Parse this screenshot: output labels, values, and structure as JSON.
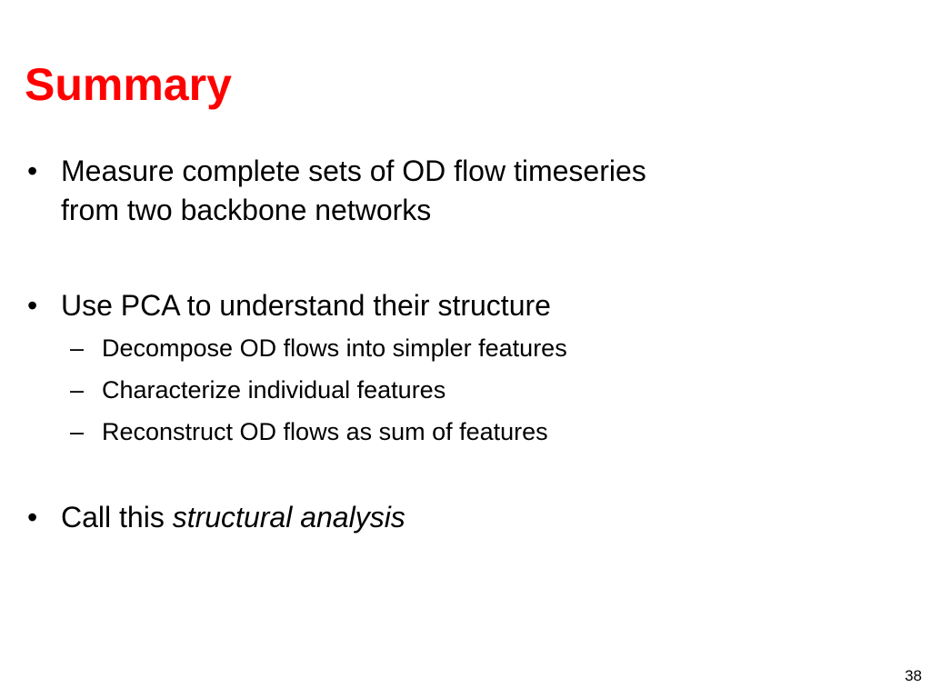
{
  "slide": {
    "title": "Summary",
    "bullets": [
      {
        "marker": "•",
        "lines": [
          "Measure complete sets of OD flow timeseries",
          "from two backbone networks"
        ]
      },
      {
        "marker": "•",
        "text": "Use PCA to understand their structure",
        "sub_bullets": [
          {
            "marker": "–",
            "text": "Decompose OD flows into simpler features"
          },
          {
            "marker": "–",
            "text": "Characterize individual features"
          },
          {
            "marker": "–",
            "text": "Reconstruct OD flows as sum of features"
          }
        ]
      },
      {
        "marker": "•",
        "text_plain": "Call this ",
        "text_italic": "structural analysis"
      }
    ],
    "page_number": "38"
  },
  "colors": {
    "title": "#ff0000",
    "body_text": "#000000",
    "background": "#ffffff"
  }
}
